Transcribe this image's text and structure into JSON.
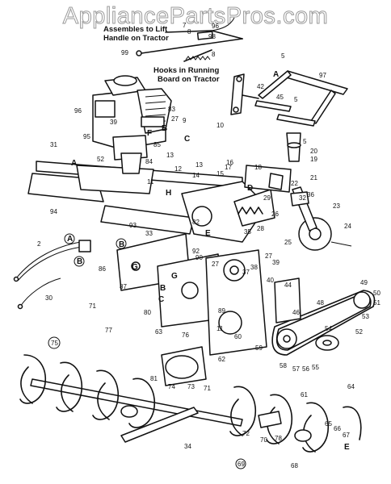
{
  "watermark": "AppliancePartsPros.com",
  "notes": {
    "lift_line1": "Assembles to Lift",
    "lift_line2": "Handle on Tractor",
    "hooks_line1": "Hooks in Running",
    "hooks_line2": "Board on Tractor"
  },
  "callouts": [
    {
      "id": "c1",
      "text": "7"
    },
    {
      "id": "c2",
      "text": "8"
    },
    {
      "id": "c3",
      "text": "96"
    },
    {
      "id": "c4",
      "text": "98"
    },
    {
      "id": "c5",
      "text": "99"
    },
    {
      "id": "c6",
      "text": "8"
    },
    {
      "id": "c7",
      "text": "5"
    },
    {
      "id": "c8",
      "text": "97"
    },
    {
      "id": "c9",
      "text": "A"
    },
    {
      "id": "c10",
      "text": "42"
    },
    {
      "id": "c11",
      "text": "45"
    },
    {
      "id": "c12",
      "text": "5"
    },
    {
      "id": "c13",
      "text": "10"
    },
    {
      "id": "c14",
      "text": "96"
    },
    {
      "id": "c15",
      "text": "83"
    },
    {
      "id": "c16",
      "text": "39"
    },
    {
      "id": "c17",
      "text": "27"
    },
    {
      "id": "c18",
      "text": "B"
    },
    {
      "id": "c19",
      "text": "F"
    },
    {
      "id": "c20",
      "text": "9"
    },
    {
      "id": "c21",
      "text": "95"
    },
    {
      "id": "c22",
      "text": "C"
    },
    {
      "id": "c23",
      "text": "85"
    },
    {
      "id": "c24",
      "text": "13"
    },
    {
      "id": "c25",
      "text": "31"
    },
    {
      "id": "c26",
      "text": "A"
    },
    {
      "id": "c27",
      "text": "52"
    },
    {
      "id": "c28",
      "text": "84"
    },
    {
      "id": "c29",
      "text": "13"
    },
    {
      "id": "c30",
      "text": "11"
    },
    {
      "id": "c31",
      "text": "12"
    },
    {
      "id": "c32",
      "text": "H"
    },
    {
      "id": "c33",
      "text": "14"
    },
    {
      "id": "c34",
      "text": "94"
    },
    {
      "id": "c35",
      "text": "5"
    },
    {
      "id": "c36",
      "text": "20"
    },
    {
      "id": "c37",
      "text": "15"
    },
    {
      "id": "c38",
      "text": "17"
    },
    {
      "id": "c39",
      "text": "18"
    },
    {
      "id": "c40",
      "text": "21"
    },
    {
      "id": "c41",
      "text": "D"
    },
    {
      "id": "c42",
      "text": "32"
    },
    {
      "id": "c43",
      "text": "36"
    },
    {
      "id": "c44",
      "text": "23"
    },
    {
      "id": "c45",
      "text": "93"
    },
    {
      "id": "c46",
      "text": "E"
    },
    {
      "id": "c47",
      "text": "33"
    },
    {
      "id": "c48",
      "text": "25"
    },
    {
      "id": "c49",
      "text": "24"
    },
    {
      "id": "c50",
      "text": "28"
    },
    {
      "id": "c51",
      "text": "26"
    },
    {
      "id": "c52",
      "text": "B"
    },
    {
      "id": "c53",
      "text": "86"
    },
    {
      "id": "c54",
      "text": "G"
    },
    {
      "id": "c55",
      "text": "A"
    },
    {
      "id": "c56",
      "text": "B"
    },
    {
      "id": "c57",
      "text": "2"
    },
    {
      "id": "c58",
      "text": "30"
    },
    {
      "id": "c59",
      "text": "92"
    },
    {
      "id": "c60",
      "text": "90"
    },
    {
      "id": "c61",
      "text": "27"
    },
    {
      "id": "c62",
      "text": "38"
    },
    {
      "id": "c63",
      "text": "39"
    },
    {
      "id": "c64",
      "text": "G"
    },
    {
      "id": "c65",
      "text": "87"
    },
    {
      "id": "c66",
      "text": "B"
    },
    {
      "id": "c67",
      "text": "C"
    },
    {
      "id": "c68",
      "text": "80"
    },
    {
      "id": "c69",
      "text": "71"
    },
    {
      "id": "c70",
      "text": "77"
    },
    {
      "id": "c71",
      "text": "11"
    },
    {
      "id": "c72",
      "text": "60"
    },
    {
      "id": "c73",
      "text": "59"
    },
    {
      "id": "c74",
      "text": "48"
    },
    {
      "id": "c75",
      "text": "49"
    },
    {
      "id": "c76",
      "text": "50"
    },
    {
      "id": "c77",
      "text": "51"
    },
    {
      "id": "c78",
      "text": "52"
    },
    {
      "id": "c79",
      "text": "54"
    },
    {
      "id": "c80",
      "text": "55"
    },
    {
      "id": "c81",
      "text": "56"
    },
    {
      "id": "c82",
      "text": "57"
    },
    {
      "id": "c83",
      "text": "58"
    },
    {
      "id": "c84",
      "text": "73"
    },
    {
      "id": "c85",
      "text": "62"
    },
    {
      "id": "c86",
      "text": "74"
    },
    {
      "id": "c87",
      "text": "81"
    },
    {
      "id": "c88",
      "text": "76"
    },
    {
      "id": "c89",
      "text": "75"
    },
    {
      "id": "c90",
      "text": "71"
    },
    {
      "id": "c91",
      "text": "34"
    },
    {
      "id": "c92",
      "text": "64"
    },
    {
      "id": "c93",
      "text": "61"
    },
    {
      "id": "c94",
      "text": "65"
    },
    {
      "id": "c95",
      "text": "66"
    },
    {
      "id": "c96",
      "text": "67"
    },
    {
      "id": "c97",
      "text": "E"
    },
    {
      "id": "c98",
      "text": "68"
    },
    {
      "id": "c99",
      "text": "69"
    },
    {
      "id": "c100",
      "text": "72"
    },
    {
      "id": "c101",
      "text": "70"
    },
    {
      "id": "c102",
      "text": "78"
    },
    {
      "id": "c103",
      "text": "27"
    },
    {
      "id": "c104",
      "text": "40"
    },
    {
      "id": "c105",
      "text": "44"
    },
    {
      "id": "c106",
      "text": "46"
    },
    {
      "id": "c107",
      "text": "53"
    },
    {
      "id": "c108",
      "text": "37"
    },
    {
      "id": "c109",
      "text": "82"
    },
    {
      "id": "c110",
      "text": "29"
    },
    {
      "id": "c111",
      "text": "16"
    },
    {
      "id": "c112",
      "text": "19"
    },
    {
      "id": "c113",
      "text": "22"
    },
    {
      "id": "c114",
      "text": "35"
    },
    {
      "id": "c115",
      "text": "63"
    },
    {
      "id": "c116",
      "text": "89"
    }
  ]
}
